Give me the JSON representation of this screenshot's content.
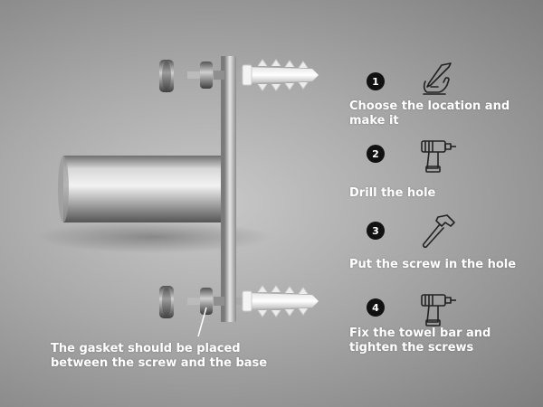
{
  "steps": [
    {
      "number": "1",
      "text": "Choose the location and make it",
      "icon": "hand-writing-icon"
    },
    {
      "number": "2",
      "text": "Drill the hole",
      "icon": "drill-icon"
    },
    {
      "number": "3",
      "text": "Put the screw in the hole",
      "icon": "hammer-icon"
    },
    {
      "number": "4",
      "text": "Fix the towel bar and tighten the screws",
      "icon": "drill-icon"
    }
  ],
  "note": "The gasket should be placed between the screw and the base"
}
